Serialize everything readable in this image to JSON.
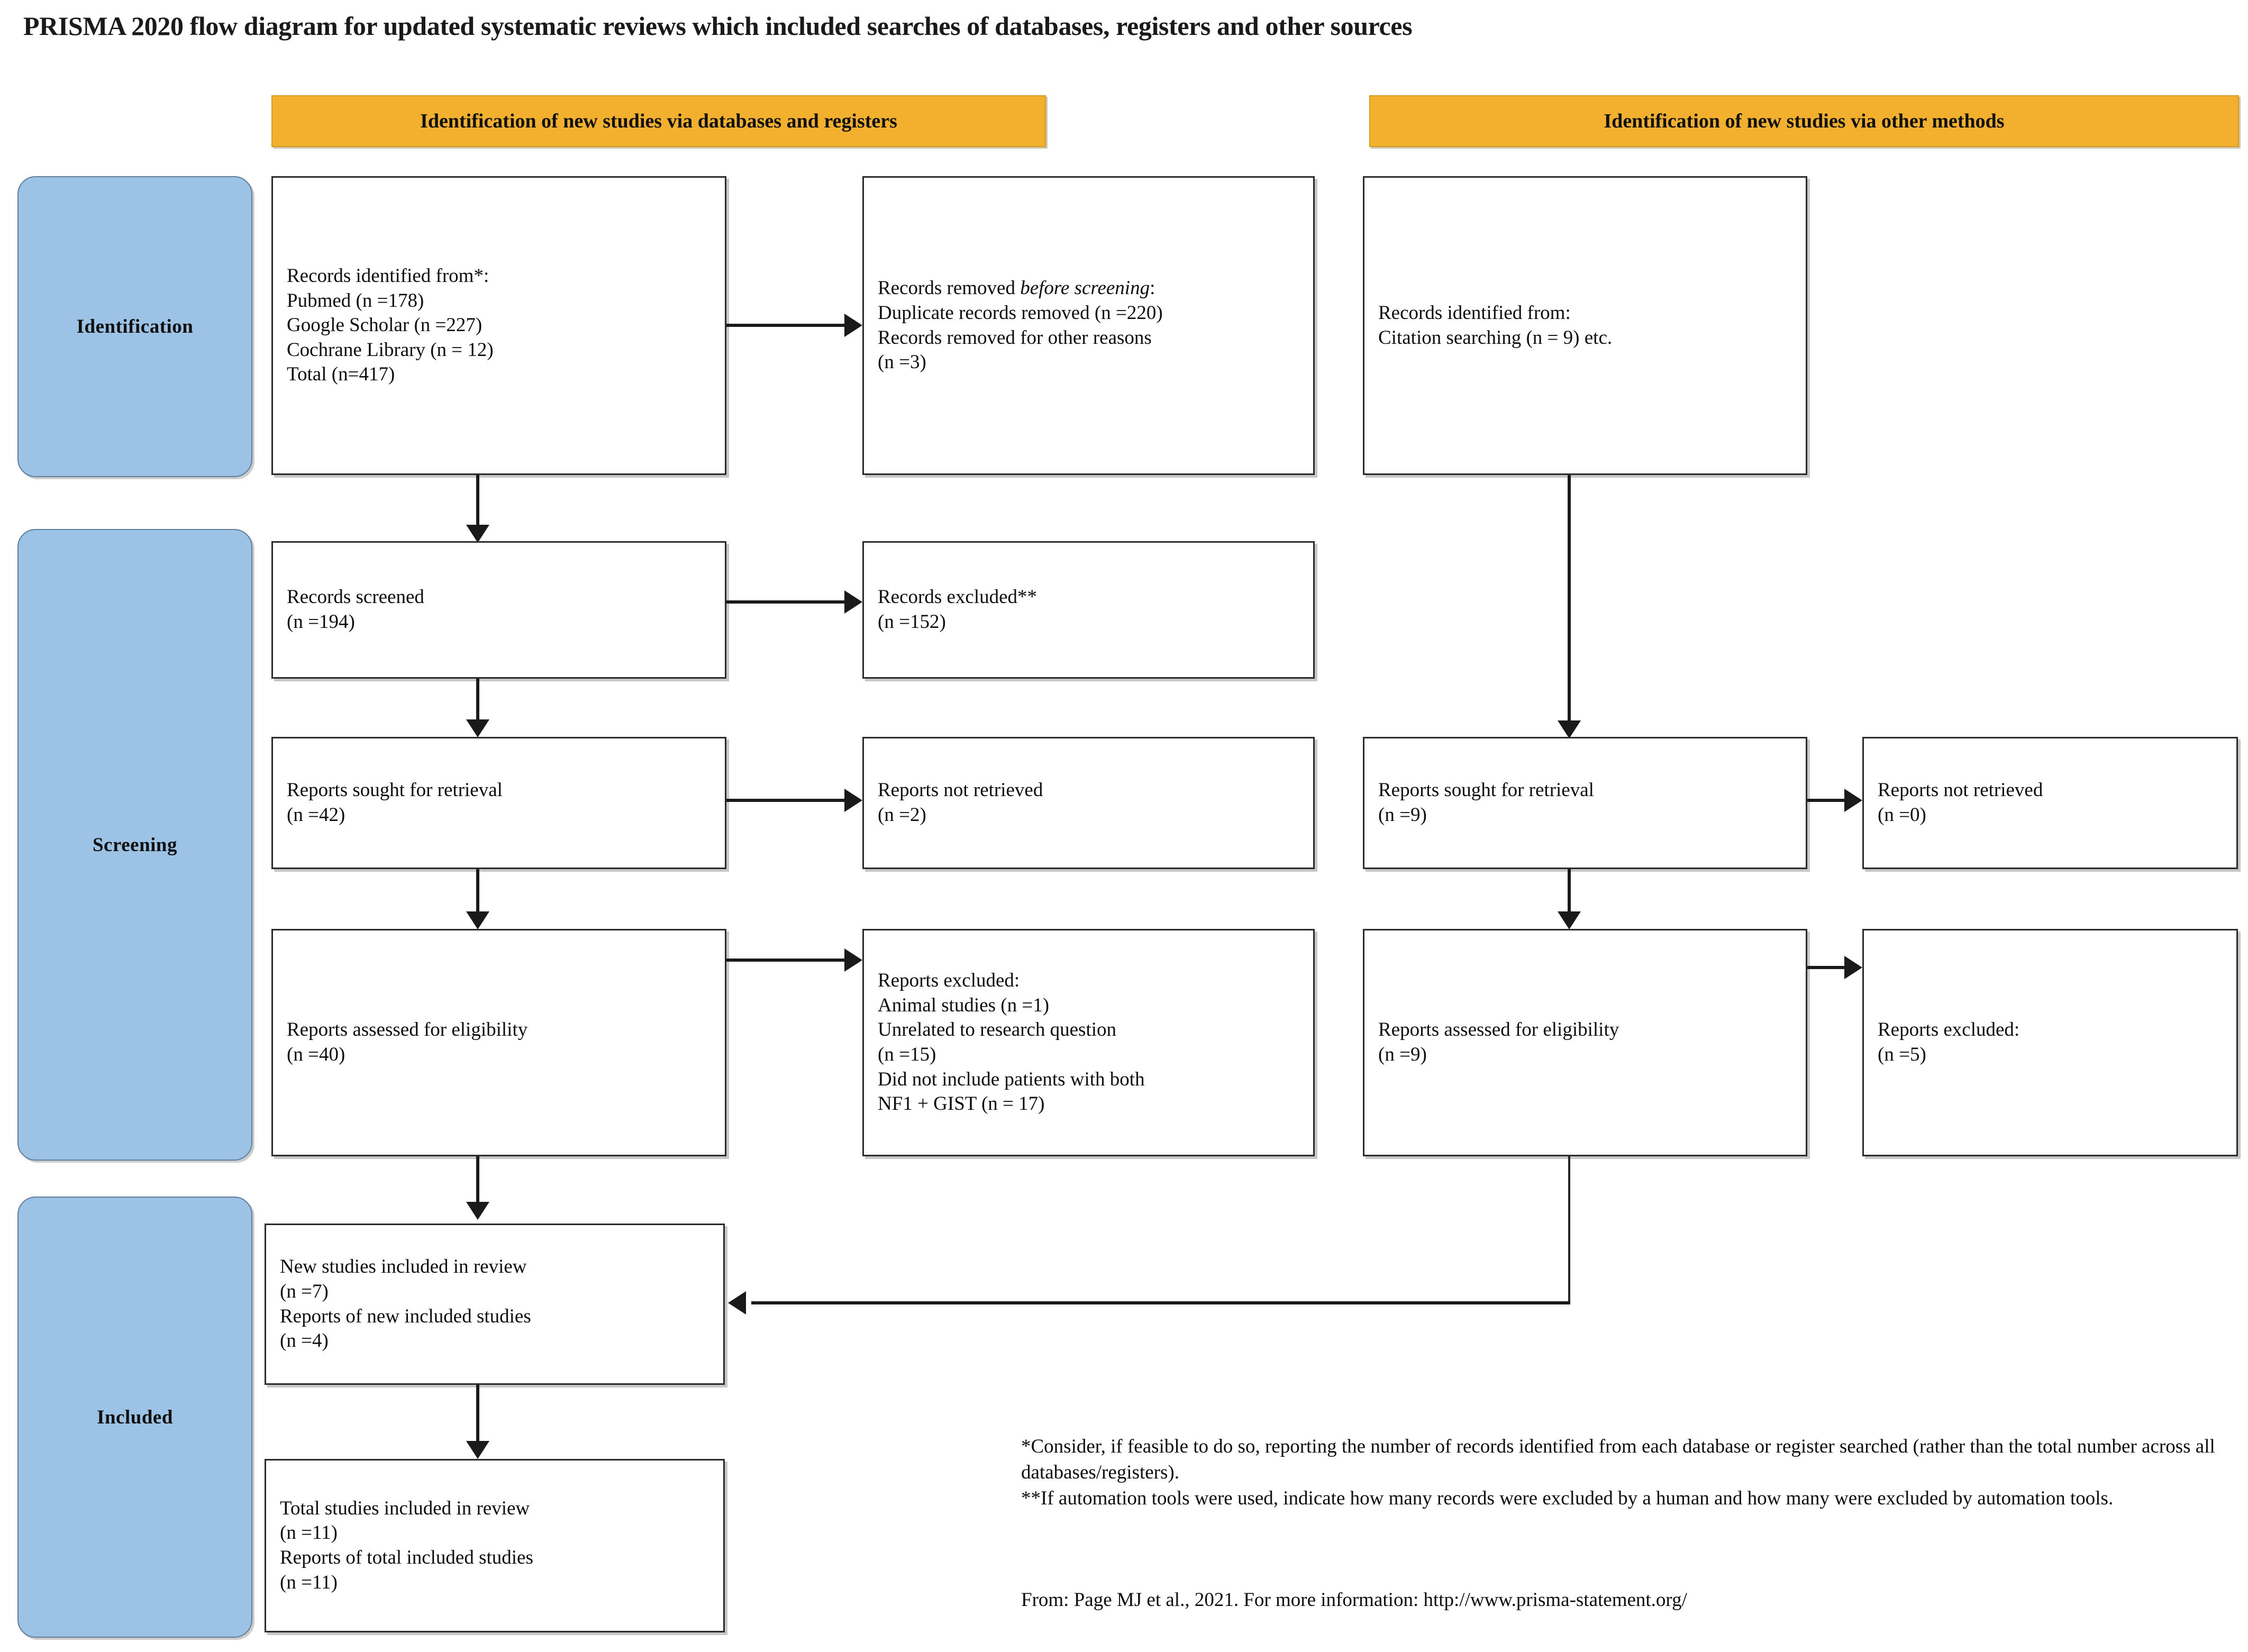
{
  "title": "PRISMA 2020 flow diagram for updated systematic reviews which included searches of databases, registers and other sources",
  "colors": {
    "banner_fill": "#F2B02E",
    "banner_border": "#D79A24",
    "stage_fill": "#9CC3E5",
    "stage_border": "#5F7E9B",
    "node_border": "#2B2B2B",
    "connector": "#1A1A1A"
  },
  "banners": {
    "databases": "Identification of new studies via databases and registers",
    "other": "Identification of new studies via other methods"
  },
  "stages": [
    {
      "label": "Identification"
    },
    {
      "label": "Screening"
    },
    {
      "label": "Included"
    }
  ],
  "chart_data": {
    "type": "diagram",
    "title": "PRISMA 2020 flow diagram for updated systematic reviews which included searches of databases, registers and other sources",
    "columns": [
      "Identification of new studies via databases and registers",
      "Identification of new studies via other methods"
    ],
    "stages": [
      "Identification",
      "Screening",
      "Included"
    ],
    "counts": {
      "pubmed": 178,
      "google_scholar": 227,
      "cochrane_library": 12,
      "records_identified_total": 417,
      "duplicate_records_removed": 220,
      "records_removed_other_reasons": 3,
      "records_screened": 194,
      "records_excluded": 152,
      "reports_sought_db": 42,
      "reports_not_retrieved_db": 2,
      "reports_assessed_db": 40,
      "excluded_animal_studies": 1,
      "excluded_unrelated_question": 15,
      "excluded_no_nf1_gist": 17,
      "other_records_identified_citation": 9,
      "reports_sought_other": 9,
      "reports_not_retrieved_other": 0,
      "reports_assessed_other": 9,
      "reports_excluded_other": 5,
      "new_studies_included": 7,
      "reports_of_new_included": 4,
      "total_studies_included": 11,
      "reports_of_total_included": 11
    }
  },
  "nodes": {
    "records_identified": {
      "l1": "Records identified from*:",
      "l2": "Pubmed (n =178)",
      "l3": "Google Scholar (n =227)",
      "l4": "Cochrane Library (n = 12)",
      "l5": "Total (n=417)"
    },
    "records_removed": {
      "l1_pre": "Records removed ",
      "l1_ital": "before screening",
      "l1_post": ":",
      "l2": "Duplicate records removed (n =220)",
      "l3": "Records removed for other reasons",
      "l4": "(n =3)"
    },
    "other_identified": {
      "l1": "Records identified from:",
      "l2": "Citation searching (n = 9) etc."
    },
    "records_screened": {
      "l1": "Records screened",
      "l2": "(n =194)"
    },
    "records_excluded": {
      "l1": "Records excluded**",
      "l2": "(n =152)"
    },
    "reports_sought_db": {
      "l1": "Reports sought for retrieval",
      "l2": "(n =42)"
    },
    "reports_not_retrieved_db": {
      "l1": "Reports not retrieved",
      "l2": "(n =2)"
    },
    "reports_sought_other": {
      "l1": "Reports sought for retrieval",
      "l2": "(n =9)"
    },
    "reports_not_retrieved_other": {
      "l1": "Reports not retrieved",
      "l2": "(n =0)"
    },
    "reports_assessed_db": {
      "l1": "Reports assessed for eligibility",
      "l2": "(n =40)"
    },
    "reports_excluded_db": {
      "l1": "Reports excluded:",
      "l2": "Animal studies (n =1)",
      "l3": "Unrelated to research question",
      "l4": "(n =15)",
      "l5": "Did not include patients with both",
      "l6": "NF1 + GIST (n = 17)"
    },
    "reports_assessed_other": {
      "l1": "Reports assessed for eligibility",
      "l2": "(n =9)"
    },
    "reports_excluded_other": {
      "l1": "Reports excluded:",
      "l2": "(n =5)"
    },
    "new_studies_included": {
      "l1": "New studies included in review",
      "l2": "(n =7)",
      "l3": "Reports of new included studies",
      "l4": "(n =4)"
    },
    "total_studies_included": {
      "l1": "Total studies included in review",
      "l2": "(n =11)",
      "l3": "Reports of total included studies",
      "l4": "(n =11)"
    }
  },
  "footnotes": {
    "single_star": "*Consider, if feasible to do so, reporting the number of records identified from each database or register searched (rather than the total number across all databases/registers).",
    "double_star": "**If automation tools were used, indicate how many records were excluded by a human and how many were excluded by automation tools.",
    "source": "From:  Page MJ et al., 2021. For more information: http://www.prisma-statement.org/"
  }
}
